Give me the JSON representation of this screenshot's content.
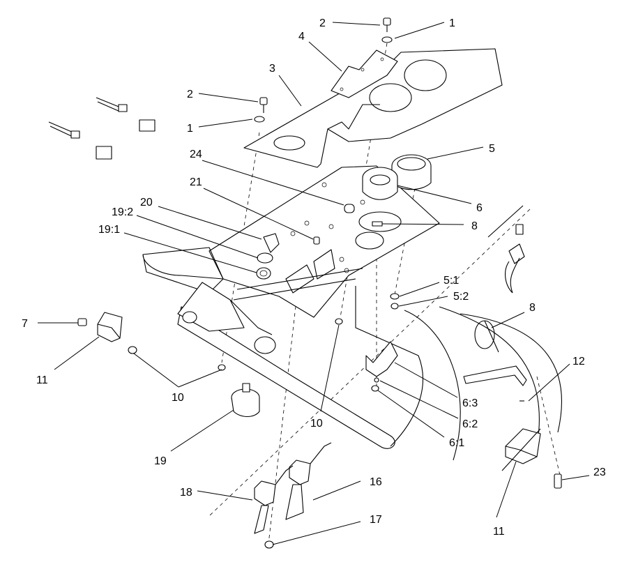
{
  "callouts": {
    "c1": "1",
    "c2": "2",
    "c3": "3",
    "c4": "4",
    "c5": "5",
    "c6": "6",
    "c7": "7",
    "c8": "8",
    "c10": "10",
    "c11": "11",
    "c12": "12",
    "c16": "16",
    "c17": "17",
    "c18": "18",
    "c19": "19",
    "c20": "20",
    "c21": "21",
    "c23": "23",
    "c24": "24",
    "c5_1": "5:1",
    "c5_2": "5:2",
    "c6_1": "6:1",
    "c6_2": "6:2",
    "c6_3": "6:3",
    "c19_1": "19:1",
    "c19_2": "19:2"
  }
}
